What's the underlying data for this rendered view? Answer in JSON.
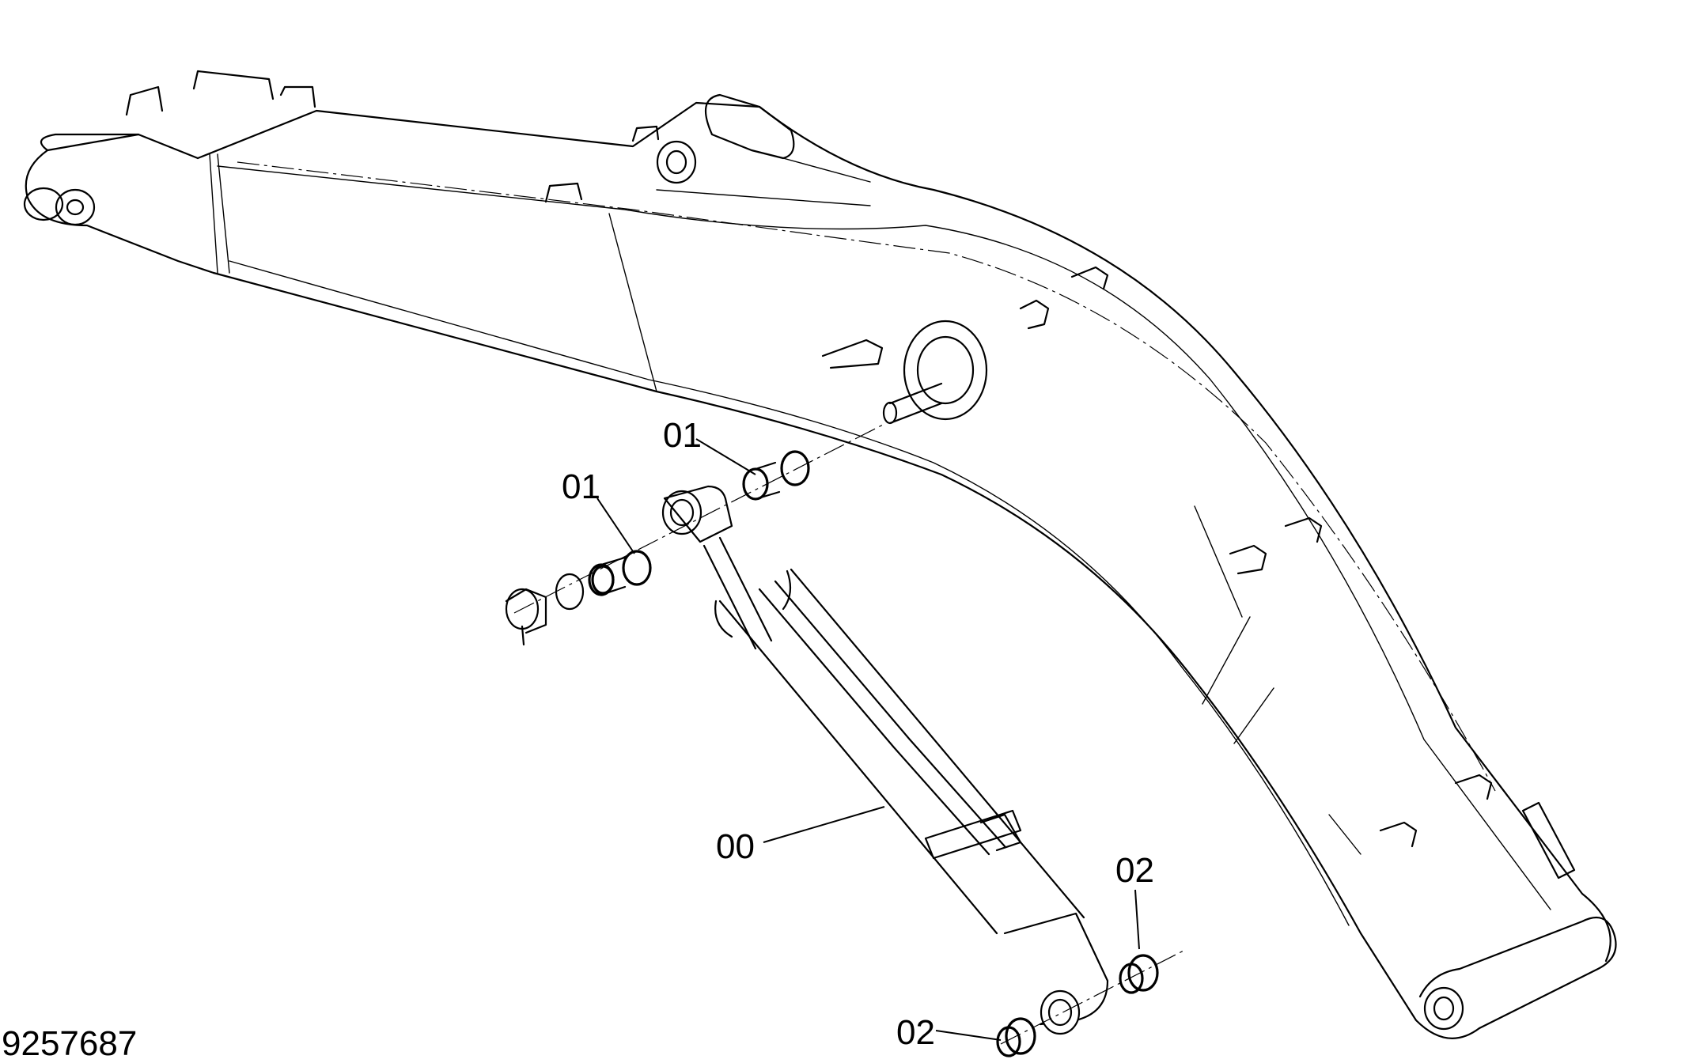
{
  "drawing": {
    "number": "9257687",
    "callouts": [
      {
        "id": "c1",
        "label": "01"
      },
      {
        "id": "c2",
        "label": "01"
      },
      {
        "id": "c3",
        "label": "00"
      },
      {
        "id": "c4",
        "label": "02"
      },
      {
        "id": "c5",
        "label": "02"
      }
    ]
  }
}
